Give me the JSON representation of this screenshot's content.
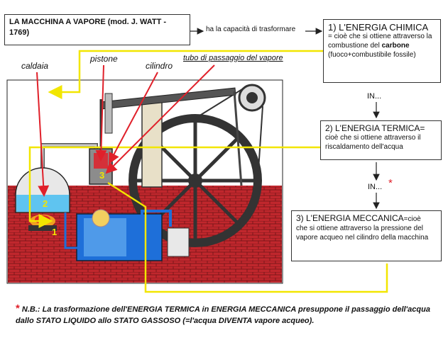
{
  "header": {
    "title": "LA MACCHINA A VAPORE (mod. J. WATT - 1769)",
    "arrow_text": "ha la capacità di trasformare"
  },
  "labels": {
    "caldaia": "caldaia",
    "pistone": "pistone",
    "cilindro": "cilindro",
    "tubo": "tubo di passaggio del vapore",
    "n1": "1",
    "n2": "2",
    "n3": "3"
  },
  "boxes": {
    "b1": {
      "heading": "1) L'ENERGIA CHIMICA",
      "text_a": "= cioè che si ottiene attraverso la combustione del ",
      "bold": "carbone",
      "text_b": " (fuoco+combustibile fossile)"
    },
    "b2": {
      "heading": "2) L'ENERGIA TERMICA=",
      "text": "cioè che si ottiene attraverso il riscaldamento dell'acqua"
    },
    "b3": {
      "heading": "3) L'ENERGIA MECCANICA",
      "heading_suffix": "=cioè",
      "text": "che si ottiene attraverso la pressione del vapore acqueo nel cilindro della macchina"
    }
  },
  "flow": {
    "in1": "IN...",
    "in2": "IN...",
    "star": "*"
  },
  "note": {
    "star": "*",
    "text": "N.B.: La trasformazione dell'ENERGIA TERMICA in ENERGIA MECCANICA presuppone il passaggio dell'acqua dallo STATO LIQUIDO allo STATO GASSOSO (=l'acqua DIVENTA vapore acqueo)."
  },
  "colors": {
    "brick": "#c0272d",
    "water": "#1e6fd9",
    "yellow": "#f2e600",
    "red_arrow": "#e0202a",
    "steam": "#a8d8f0"
  }
}
